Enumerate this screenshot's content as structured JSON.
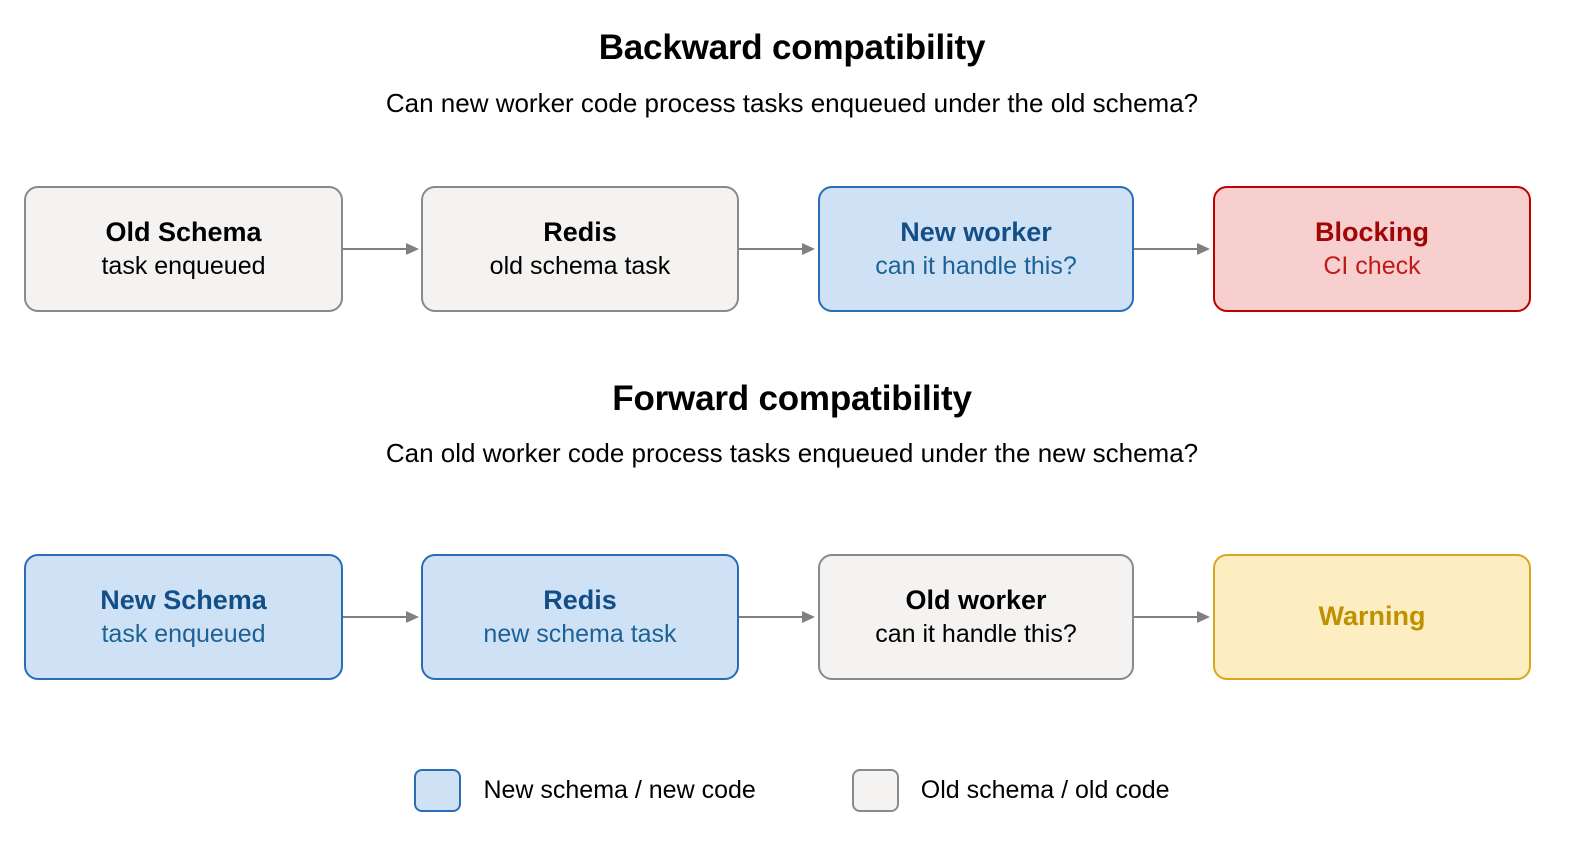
{
  "sections": [
    {
      "id": "backward",
      "title": "Backward compatibility",
      "subtitle": "Can new worker code process tasks enqueued under the old schema?",
      "nodes": [
        {
          "title": "Old Schema",
          "sub": "task enqueued",
          "theme": "grey"
        },
        {
          "title": "Redis",
          "sub": "old schema task",
          "theme": "grey"
        },
        {
          "title": "New worker",
          "sub": "can it handle this?",
          "theme": "blue"
        },
        {
          "title": "Blocking",
          "sub": "CI check",
          "theme": "red"
        }
      ]
    },
    {
      "id": "forward",
      "title": "Forward compatibility",
      "subtitle": "Can old worker code process tasks enqueued under the new schema?",
      "nodes": [
        {
          "title": "New Schema",
          "sub": "task enqueued",
          "theme": "blue"
        },
        {
          "title": "Redis",
          "sub": "new schema task",
          "theme": "blue"
        },
        {
          "title": "Old worker",
          "sub": "can it handle this?",
          "theme": "grey"
        },
        {
          "title": "Warning",
          "sub": "",
          "theme": "yellow"
        }
      ]
    }
  ],
  "legend": {
    "items": [
      {
        "label": "New schema / new code",
        "swatch": "blue"
      },
      {
        "label": "Old schema / old code",
        "swatch": "grey"
      }
    ]
  },
  "colors": {
    "blue_fill": "#cfe2f5",
    "blue_border": "#2a6db5",
    "blue_title_text": "#134f87",
    "blue_sub_text": "#1c6296",
    "grey_fill": "#f4f3f1",
    "grey_border": "#8a8a8a",
    "red_fill": "#f7cfcf",
    "red_border": "#c00000",
    "red_title_text": "#a00606",
    "red_sub_text": "#c01a1a",
    "yellow_fill": "#fdeec1",
    "yellow_border": "#d6a81b",
    "yellow_text": "#bf9000",
    "arrow": "#808080",
    "background": "#ffffff",
    "text": "#000000"
  },
  "icons": {
    "arrow": "arrow-right-icon"
  }
}
